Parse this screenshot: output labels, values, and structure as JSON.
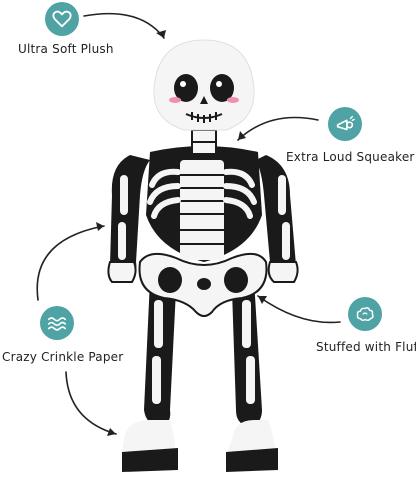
{
  "colors": {
    "badge": "#4FA3A5",
    "badge_icon": "#ffffff",
    "plush_black": "#1a1a1a",
    "plush_white": "#f5f5f5",
    "blush": "#f08fb0",
    "arrow": "#222222"
  },
  "features": [
    {
      "label": "Ultra Soft Plush",
      "icon": "heart-icon"
    },
    {
      "label": "Extra Loud Squeaker",
      "icon": "squeaker-horn-icon"
    },
    {
      "label": "Crazy Crinkle Paper",
      "icon": "wavy-lines-icon"
    },
    {
      "label": "Stuffed with Fluff",
      "icon": "fluff-cloud-icon"
    }
  ]
}
